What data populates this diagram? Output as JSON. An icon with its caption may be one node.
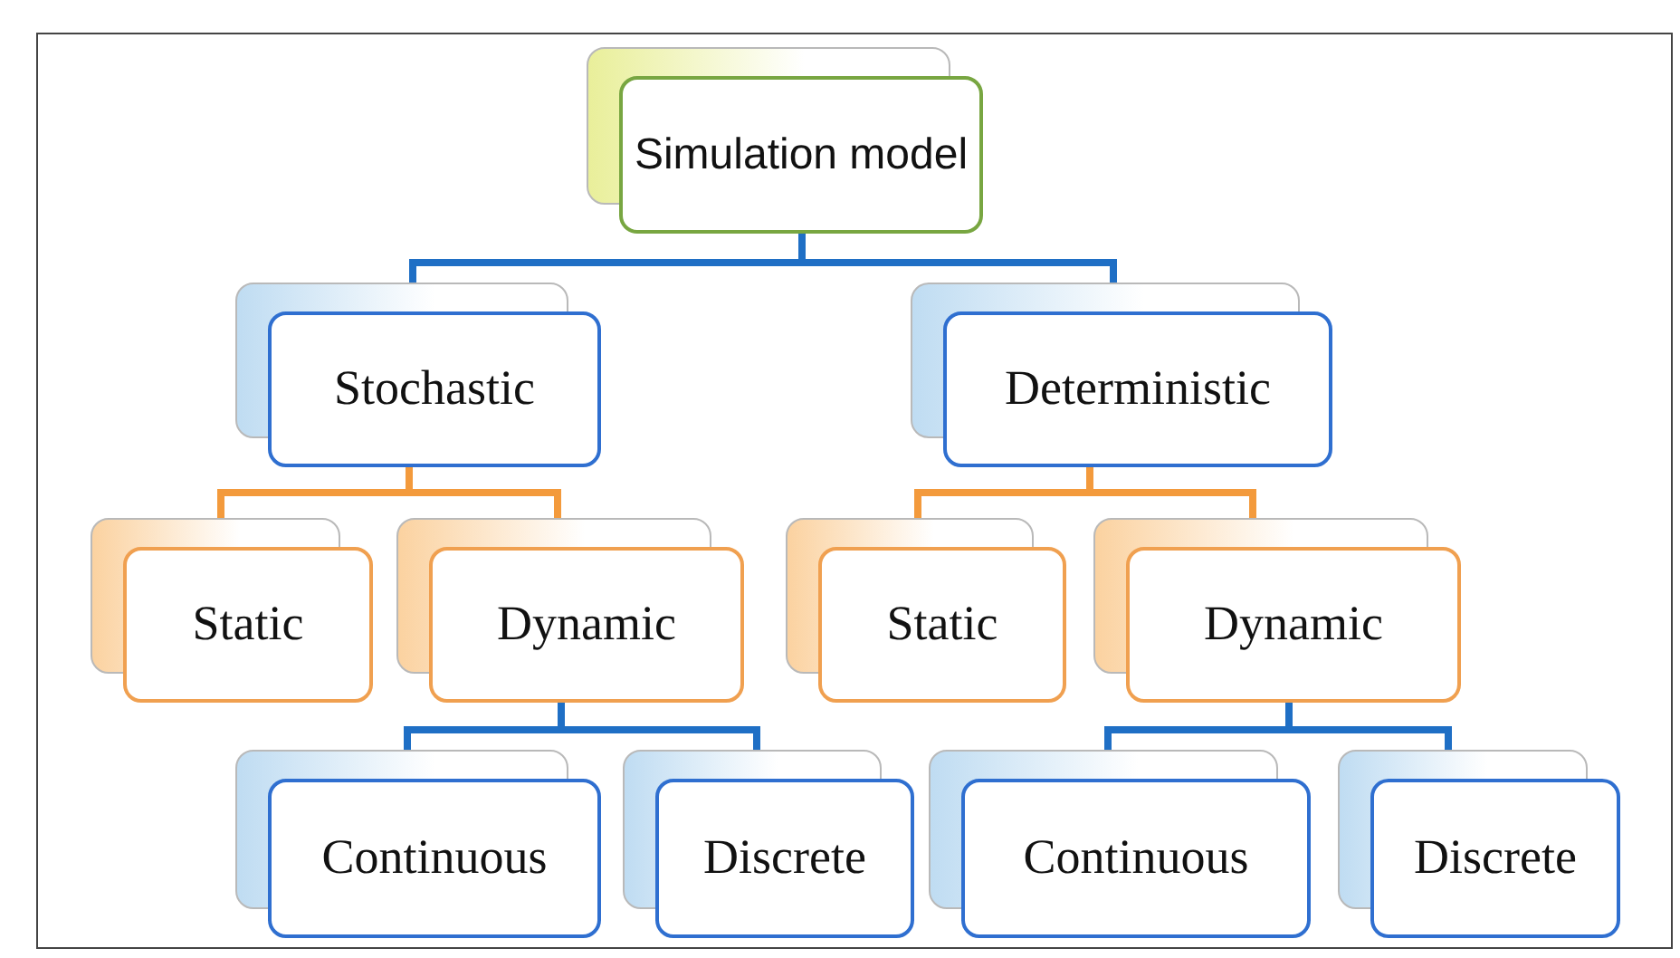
{
  "diagram": {
    "nodes": [
      {
        "text": [
          "Simulation model"
        ]
      },
      {
        "text": [
          "Stochastic"
        ]
      },
      {
        "text": [
          "Deterministic"
        ]
      },
      {
        "text": [
          "Static"
        ]
      },
      {
        "text": [
          "Dynamic"
        ]
      },
      {
        "text": [
          "Static"
        ]
      },
      {
        "text": [
          "Dynamic"
        ]
      },
      {
        "text": [
          "Continuous"
        ]
      },
      {
        "text": [
          "Discrete"
        ]
      },
      {
        "text": [
          "Continuous"
        ]
      },
      {
        "text": [
          "Discrete"
        ]
      }
    ],
    "edges": [
      {
        "from": 0,
        "to": 1,
        "arrow": "none"
      },
      {
        "from": 0,
        "to": 2,
        "arrow": "none"
      },
      {
        "from": 1,
        "to": 3,
        "arrow": "none",
        "color": "#f39a3c"
      },
      {
        "from": 1,
        "to": 4,
        "arrow": "none",
        "color": "#f39a3c"
      },
      {
        "from": 2,
        "to": 5,
        "arrow": "none",
        "color": "#f39a3c"
      },
      {
        "from": 2,
        "to": 6,
        "arrow": "none",
        "color": "#f39a3c"
      },
      {
        "from": 4,
        "to": 7,
        "arrow": "none"
      },
      {
        "from": 4,
        "to": 8,
        "arrow": "none"
      },
      {
        "from": 6,
        "to": 9,
        "arrow": "none"
      },
      {
        "from": 6,
        "to": 10,
        "arrow": "none"
      }
    ]
  }
}
